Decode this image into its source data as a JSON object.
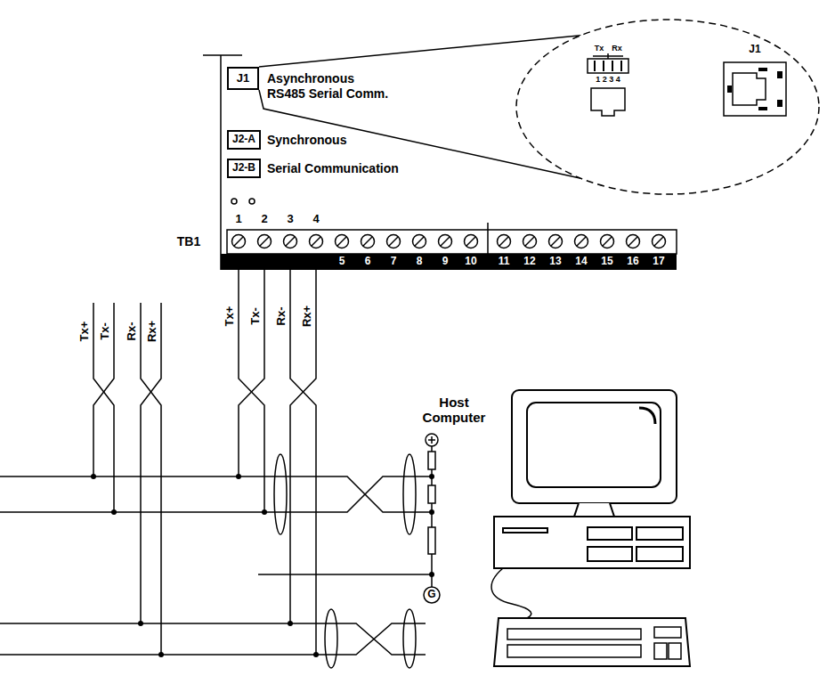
{
  "diagram": {
    "nodes": [
      {
        "text": [
          "J1"
        ]
      },
      {
        "text": [
          "J2-A"
        ]
      },
      {
        "text": [
          "J2-B"
        ]
      },
      {
        "text": [
          "Tx",
          "Rx",
          "1 2 3 4",
          "J1"
        ]
      }
    ],
    "edges": [
      {
        "from": 0,
        "to": 3,
        "arrow": "none"
      },
      {
        "from": 0,
        "to": 3,
        "arrow": "none"
      }
    ],
    "labels": [
      "Asynchronous",
      "RS485 Serial Comm.",
      "Synchronous",
      "Serial Communication",
      "1",
      "2",
      "3",
      "4",
      "TB1",
      "5",
      "6",
      "7",
      "8",
      "9",
      "10",
      "11",
      "12",
      "13",
      "14",
      "15",
      "16",
      "17",
      "Tx+",
      "Tx-",
      "Rx-",
      "Rx+",
      "Tx+",
      "Tx-",
      "Rx-",
      "Rx+",
      "Host Computer",
      "G"
    ]
  }
}
